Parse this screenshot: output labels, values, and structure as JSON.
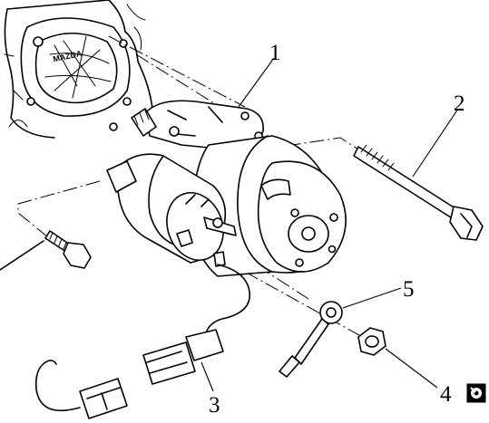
{
  "callouts": [
    {
      "id": "1",
      "label": "1"
    },
    {
      "id": "2",
      "label": "2"
    },
    {
      "id": "3",
      "label": "3"
    },
    {
      "id": "4",
      "label": "4"
    },
    {
      "id": "5",
      "label": "5"
    }
  ],
  "engraving": "MAZDA",
  "icons": {
    "corner_symbol": "wrench-badge-icon"
  }
}
